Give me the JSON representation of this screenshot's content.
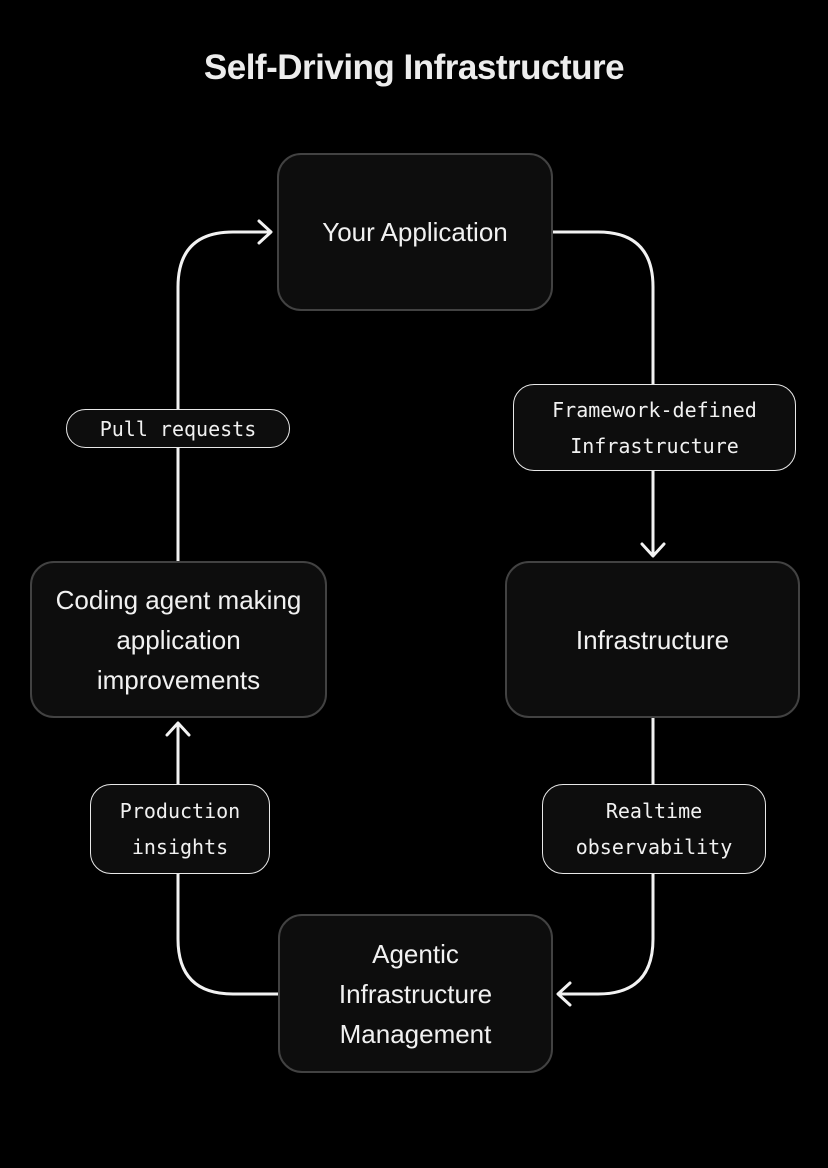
{
  "title": "Self-Driving Infrastructure",
  "nodes": {
    "your_application": {
      "label": "Your Application"
    },
    "infrastructure": {
      "label": "Infrastructure"
    },
    "agentic_management": {
      "label": "Agentic Infrastructure Management"
    },
    "coding_agent": {
      "label": "Coding agent making application improvements"
    }
  },
  "edges": [
    {
      "from": "Your Application",
      "to": "Infrastructure",
      "label": "Framework-defined Infrastructure"
    },
    {
      "from": "Infrastructure",
      "to": "Agentic Infrastructure Management",
      "label": "Realtime observability"
    },
    {
      "from": "Agentic Infrastructure Management",
      "to": "Coding agent making application improvements",
      "label": "Production insights"
    },
    {
      "from": "Coding agent making application improvements",
      "to": "Your Application",
      "label": "Pull requests"
    }
  ],
  "colors": {
    "background": "#000000",
    "node_fill": "#0d0d0d",
    "node_border": "#424242",
    "edge_label_border": "#e8e8e8",
    "arrow_stroke": "#f2f2f2",
    "text": "#f1f1f1"
  }
}
